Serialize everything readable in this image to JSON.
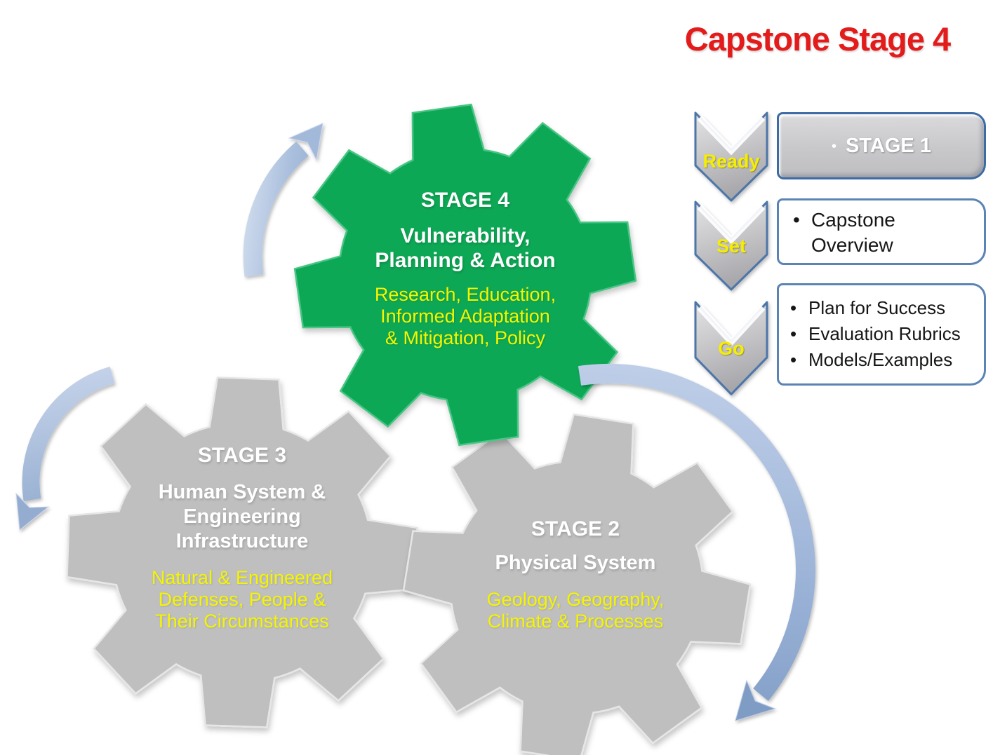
{
  "title": "Capstone Stage 4",
  "gears": {
    "stage4": {
      "label": "STAGE 4",
      "heading": "Vulnerability,\nPlanning & Action",
      "detail": "Research, Education,\nInformed Adaptation\n& Mitigation, Policy",
      "color": "#0fa854"
    },
    "stage3": {
      "label": "STAGE 3",
      "heading": "Human System &\nEngineering\nInfrastructure",
      "detail": "Natural & Engineered\nDefenses, People &\nTheir Circumstances",
      "color": "#bfbfbf"
    },
    "stage2": {
      "label": "STAGE 2",
      "heading": "Physical System",
      "detail": "Geology, Geography,\nClimate & Processes",
      "color": "#bfbfbf"
    }
  },
  "chevrons": [
    {
      "label": "Ready"
    },
    {
      "label": "Set"
    },
    {
      "label": "Go"
    }
  ],
  "boxes": {
    "stage1": {
      "bullet": "●",
      "label": "STAGE 1"
    },
    "overview": {
      "bullet": "•",
      "items": [
        "Capstone Overview"
      ]
    },
    "resources": {
      "bullet": "•",
      "items": [
        "Plan for Success",
        "Evaluation Rubrics",
        "Models/Examples"
      ]
    }
  },
  "colors": {
    "title_red": "#e31b1b",
    "gear_green": "#0fa854",
    "gear_gray": "#bfbfbf",
    "text_yellow": "#f5f500",
    "arrow_blue": "#8fa9cd",
    "border_blue": "#5b84b5"
  }
}
